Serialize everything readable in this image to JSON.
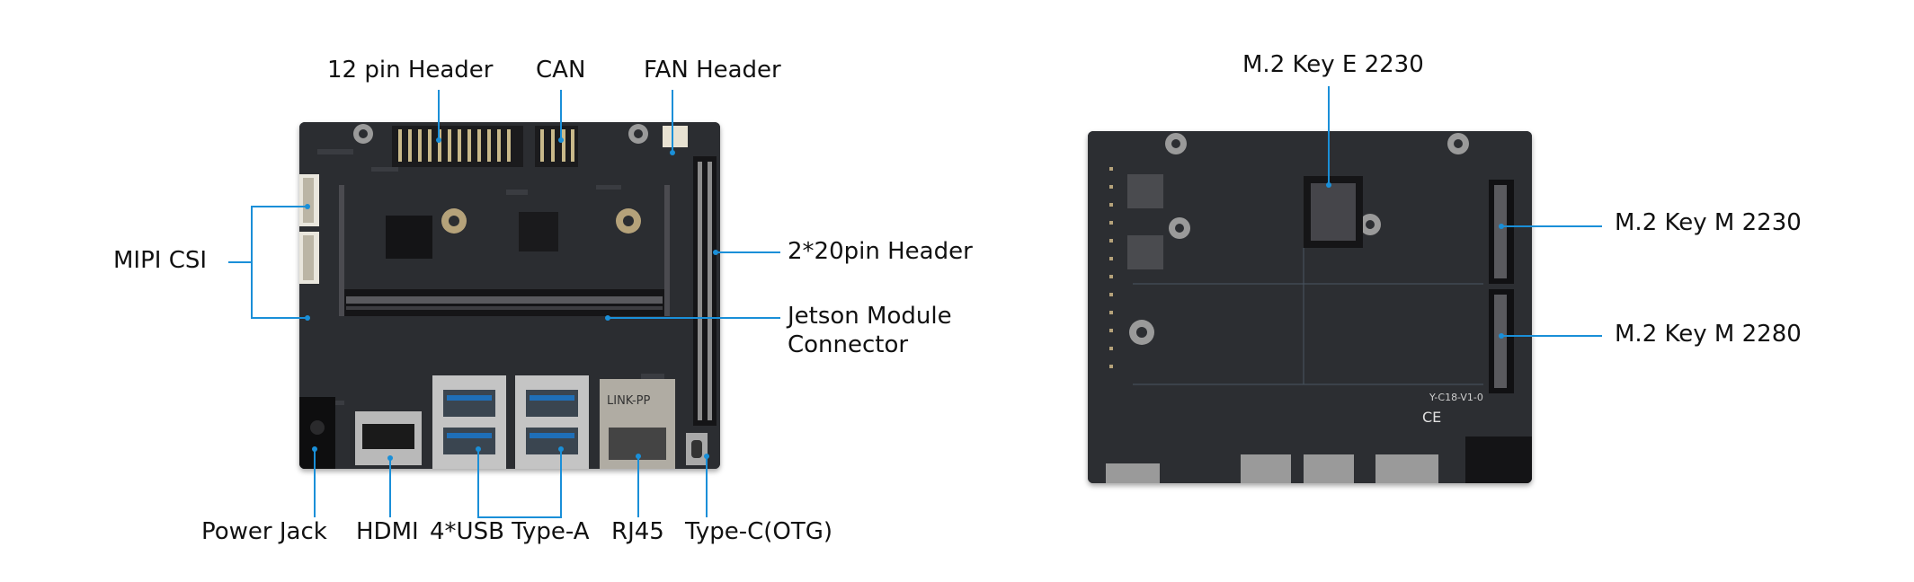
{
  "colors": {
    "callout": "#1a8fd8",
    "pcb": "#2a2c30",
    "text": "#111111"
  },
  "front_board": {
    "labels": {
      "pin12_header": "12 pin Header",
      "can": "CAN",
      "fan_header": "FAN Header",
      "mipi_csi": "MIPI CSI",
      "pin40_header": "2*20pin Header",
      "jetson_connector_line1": "Jetson Module",
      "jetson_connector_line2": "Connector",
      "power_jack": "Power Jack",
      "hdmi": "HDMI",
      "usb": "4*USB Type-A",
      "rj45": "RJ45",
      "typec": "Type-C(OTG)"
    },
    "rj45_marking": "LINK-PP"
  },
  "back_board": {
    "labels": {
      "m2_key_e": "M.2 Key E 2230",
      "m2_key_m_2230": "M.2 Key M 2230",
      "m2_key_m_2280": "M.2 Key M 2280"
    },
    "silkscreen": [
      "Y-C18-V1-0",
      "CE"
    ]
  }
}
